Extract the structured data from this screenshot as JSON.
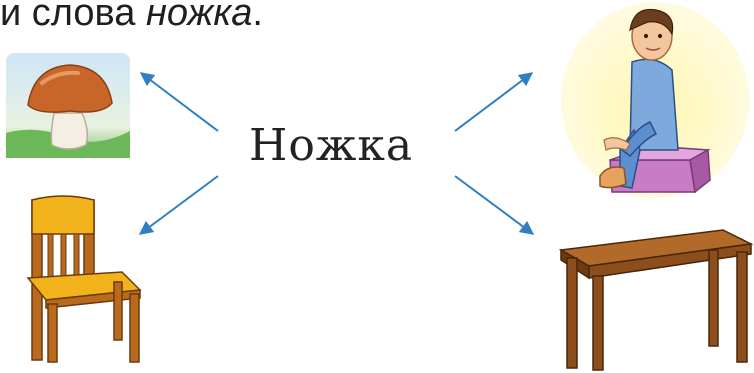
{
  "header": {
    "prefix": "и слова ",
    "word_italic": "ножка",
    "suffix": "."
  },
  "center_word": "Ножка",
  "colors": {
    "arrow": "#2f7fc1",
    "mushroom_cap": "#c8662a",
    "chair_wood": "#b96a1e",
    "chair_seat": "#f2b21c",
    "table_wood": "#8c4e1c",
    "box": "#c87bc6",
    "boy_shirt": "#7ea9dd"
  },
  "pictures": [
    "mushroom-picture",
    "chair-picture",
    "boy-picture",
    "table-picture"
  ]
}
